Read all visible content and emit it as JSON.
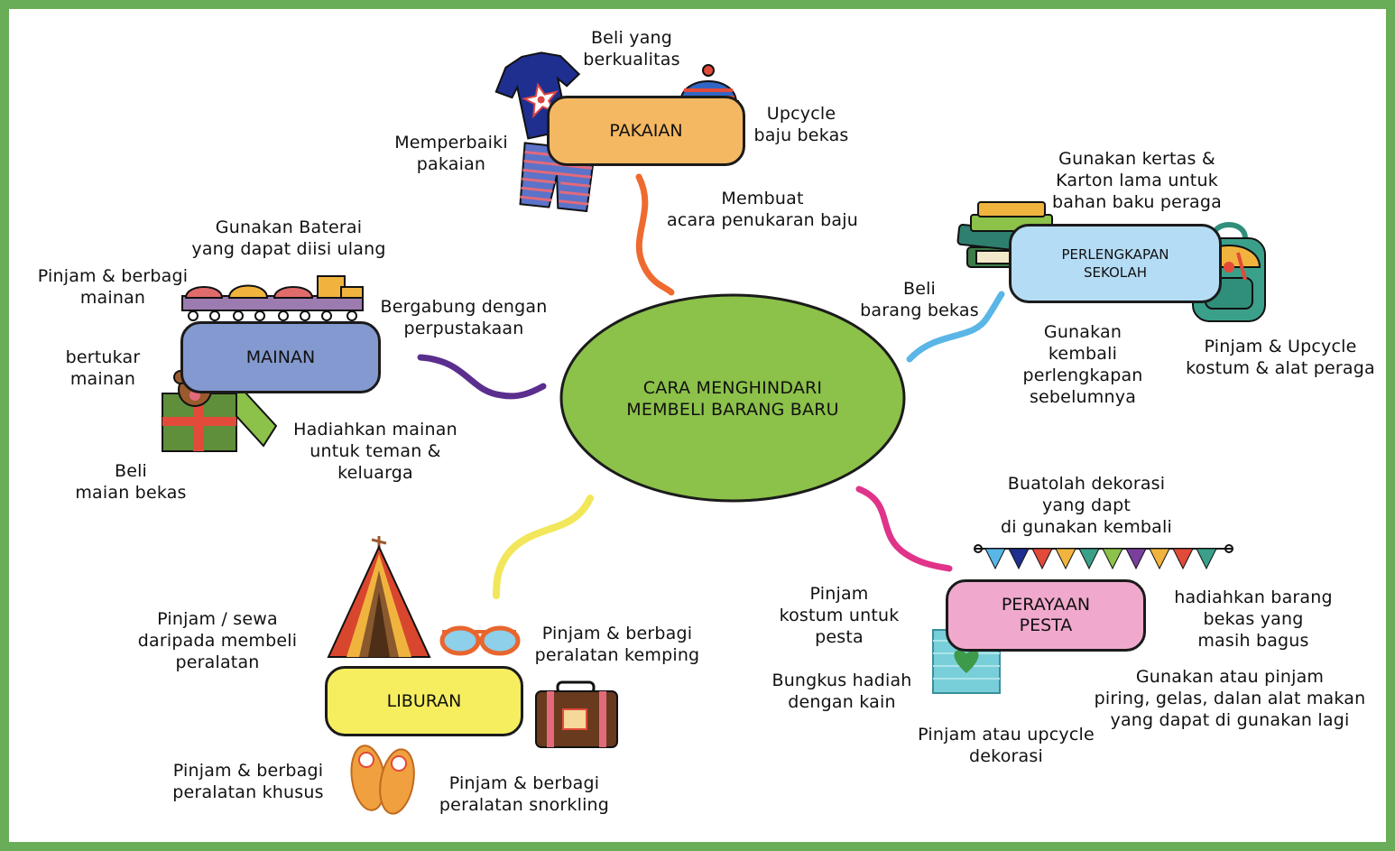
{
  "center": {
    "label": "CARA MENGHINDARI\nMEMBELI BARANG BARU"
  },
  "colors": {
    "border": "#6aad58",
    "center_fill": "#8cc14a",
    "pakaian_fill": "#f5b862",
    "mainan_fill": "#8499cf",
    "perlengkapan_fill": "#b5dcf5",
    "perayaan_fill": "#f0a9cd",
    "liburan_fill": "#f6ee5f",
    "branch_pakaian": "#ee6a2f",
    "branch_mainan": "#5b2e8e",
    "branch_perlengkapan": "#59b6e6",
    "branch_perayaan": "#e0338a",
    "branch_liburan": "#f2e75a"
  },
  "categories": {
    "pakaian": {
      "title": "PAKAIAN",
      "tips": [
        "Beli yang\nberkualitas",
        "Upcycle\nbaju bekas",
        "Memperbaiki\npakaian",
        "Membuat\nacara penukaran baju"
      ]
    },
    "mainan": {
      "title": "MAINAN",
      "tips": [
        "Gunakan Baterai\nyang dapat diisi ulang",
        "Pinjam & berbagi\nmainan",
        "Bergabung dengan\nperpustakaan",
        "bertukar\nmainan",
        "Hadiahkan mainan\nuntuk teman &\nkeluarga",
        "Beli\nmaian bekas"
      ]
    },
    "perlengkapan_sekolah": {
      "title": "PERLENGKAPAN\nSEKOLAH",
      "tips": [
        "Gunakan kertas &\nKarton lama untuk\nbahan baku peraga",
        "Beli\nbarang bekas",
        "Gunakan\nkembali\nperlengkapan\nsebelumnya",
        "Pinjam & Upcycle\nkostum & alat peraga"
      ]
    },
    "perayaan_pesta": {
      "title": "PERAYAAN\nPESTA",
      "tips": [
        "Buatolah dekorasi\nyang dapt\ndi gunakan kembali",
        "Pinjam\nkostum untuk\npesta",
        "hadiahkan barang\nbekas yang\nmasih bagus",
        "Bungkus hadiah\ndengan kain",
        "Gunakan atau pinjam\npiring, gelas, dalan alat makan\nyang dapat di gunakan lagi",
        "Pinjam atau upcycle\ndekorasi"
      ]
    },
    "liburan": {
      "title": "LIBURAN",
      "tips": [
        "Pinjam / sewa\ndaripada membeli\nperalatan",
        "Pinjam & berbagi\nperalatan kemping",
        "Pinjam & berbagi\nperalatan khusus",
        "Pinjam & berbagi\nperalatan snorkling"
      ]
    }
  },
  "icons": [
    "tshirt-icon",
    "beanie-hat-icon",
    "shorts-icon",
    "toy-train-icon",
    "teddy-gift-box-icon",
    "books-stack-icon",
    "backpack-icon",
    "bunting-flags-icon",
    "gift-bag-icon",
    "tent-icon",
    "sunglasses-icon",
    "suitcase-icon",
    "sandals-icon"
  ]
}
